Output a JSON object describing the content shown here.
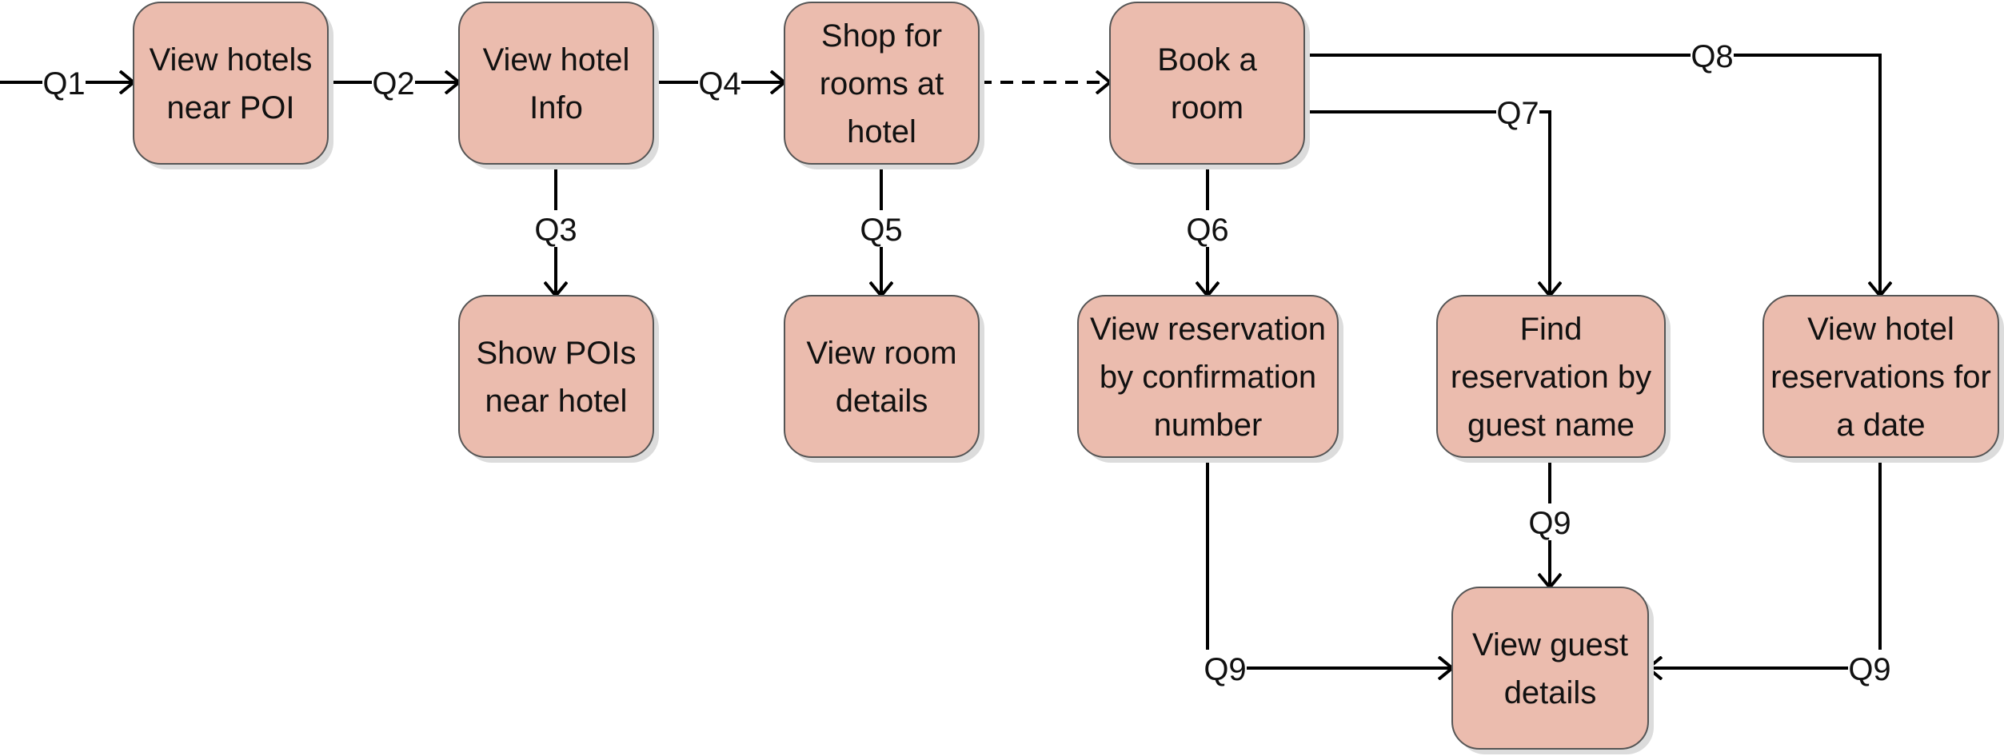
{
  "diagram": {
    "colors": {
      "node_fill": "#ebbcae",
      "node_border": "#555555",
      "edge": "#000000"
    },
    "nodes": [
      {
        "id": "view-hotels-near-poi",
        "lines": [
          "View hotels",
          "near POI"
        ]
      },
      {
        "id": "view-hotel-info",
        "lines": [
          "View hotel",
          "Info"
        ]
      },
      {
        "id": "shop-for-rooms",
        "lines": [
          "Shop for",
          "rooms at",
          "hotel"
        ]
      },
      {
        "id": "book-a-room",
        "lines": [
          "Book a",
          "room"
        ]
      },
      {
        "id": "show-pois-near-hotel",
        "lines": [
          "Show POIs",
          "near hotel"
        ]
      },
      {
        "id": "view-room-details",
        "lines": [
          "View room",
          "details"
        ]
      },
      {
        "id": "view-reservation-by-confirmation",
        "lines": [
          "View reservation",
          "by confirmation",
          "number"
        ]
      },
      {
        "id": "find-reservation-by-guest-name",
        "lines": [
          "Find",
          "reservation by",
          "guest name"
        ]
      },
      {
        "id": "view-hotel-reservations-for-date",
        "lines": [
          "View hotel",
          "reservations for",
          "a date"
        ]
      },
      {
        "id": "view-guest-details",
        "lines": [
          "View guest",
          "details"
        ]
      }
    ],
    "edges": [
      {
        "id": "q1",
        "label": "Q1",
        "to": "view-hotels-near-poi",
        "style": "solid"
      },
      {
        "id": "q2",
        "label": "Q2",
        "from": "view-hotels-near-poi",
        "to": "view-hotel-info",
        "style": "solid"
      },
      {
        "id": "q3",
        "label": "Q3",
        "from": "view-hotel-info",
        "to": "show-pois-near-hotel",
        "style": "solid"
      },
      {
        "id": "q4",
        "label": "Q4",
        "from": "view-hotel-info",
        "to": "shop-for-rooms",
        "style": "solid"
      },
      {
        "id": "q5",
        "label": "Q5",
        "from": "shop-for-rooms",
        "to": "view-room-details",
        "style": "solid"
      },
      {
        "id": "shop-to-book",
        "label": "",
        "from": "shop-for-rooms",
        "to": "book-a-room",
        "style": "dashed"
      },
      {
        "id": "q6",
        "label": "Q6",
        "from": "book-a-room",
        "to": "view-reservation-by-confirmation",
        "style": "solid"
      },
      {
        "id": "q7",
        "label": "Q7",
        "from": "book-a-room",
        "to": "find-reservation-by-guest-name",
        "style": "solid"
      },
      {
        "id": "q8",
        "label": "Q8",
        "from": "book-a-room",
        "to": "view-hotel-reservations-for-date",
        "style": "solid"
      },
      {
        "id": "q9-center",
        "label": "Q9",
        "from": "find-reservation-by-guest-name",
        "to": "view-guest-details",
        "style": "solid"
      },
      {
        "id": "q9-left",
        "label": "Q9",
        "from": "view-reservation-by-confirmation",
        "to": "view-guest-details",
        "style": "solid"
      },
      {
        "id": "q9-right",
        "label": "Q9",
        "from": "view-hotel-reservations-for-date",
        "to": "view-guest-details",
        "style": "solid"
      }
    ]
  }
}
